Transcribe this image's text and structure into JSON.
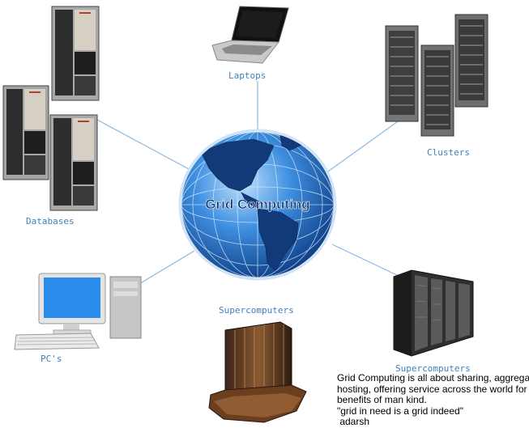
{
  "center": {
    "title": "Grid Computing"
  },
  "nodes": {
    "laptops": "Laptops",
    "clusters": "Clusters",
    "databases": "Databases",
    "pcs": "PC's",
    "supercomputers_bottom": "Supercomputers",
    "supercomputers_right": "Supercomputers"
  },
  "caption": {
    "line1": "Grid Computing is all about sharing, aggrega",
    "line2": "hosting, offering service across the world for",
    "line3": "benefits of man kind.",
    "line4": "\"grid in need is a grid indeed\"",
    "line5": " adarsh"
  },
  "colors": {
    "connector": "#8fb8dc",
    "label": "#3f7fbf",
    "globe_ocean": "#1f5fb0",
    "globe_land": "#123a78"
  }
}
